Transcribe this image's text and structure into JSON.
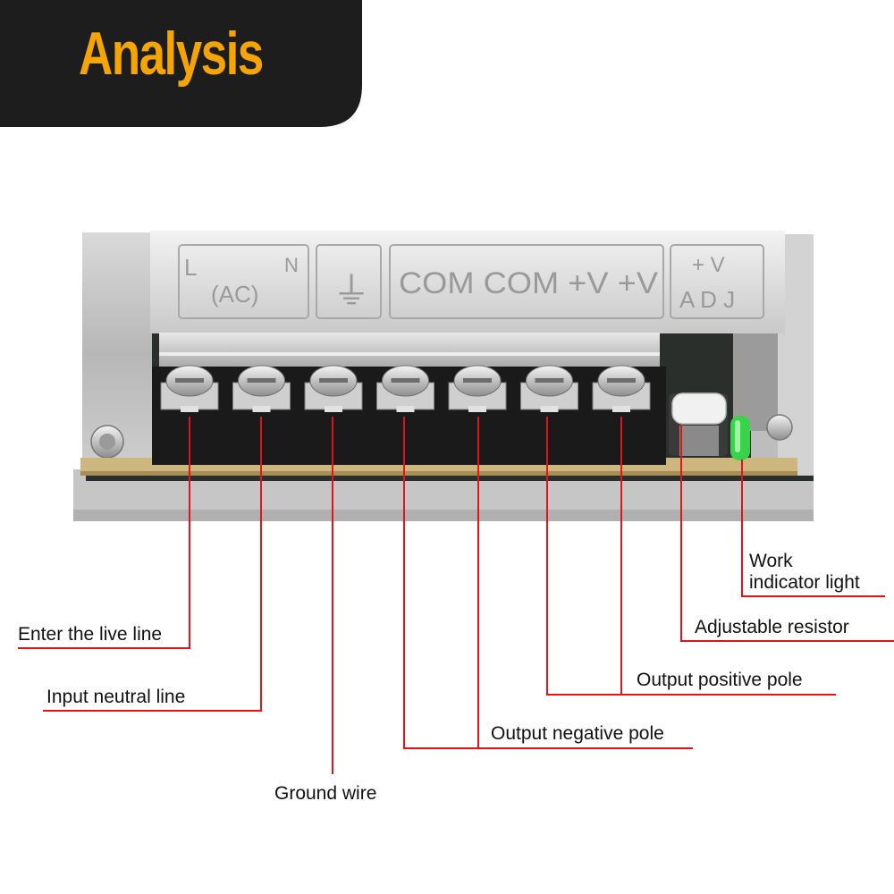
{
  "header": {
    "title": "Analysis"
  },
  "device": {
    "panel_ac_mark_1": "L",
    "panel_ac_mark_2": "(AC)",
    "panel_ac_mark_3": "N",
    "panel_ground_mark": "⏚",
    "panel_output_text": "COM COM +V +V",
    "panel_adj_top": "+ V",
    "panel_adj_bottom": "A D J",
    "terminal_count": 7
  },
  "labels": {
    "live_line": "Enter the live line",
    "neutral_line": "Input neutral line",
    "ground_wire": "Ground wire",
    "negative_pole": "Output negative pole",
    "positive_pole": "Output positive pole",
    "adj_resistor": "Adjustable resistor",
    "indicator_line1": "Work",
    "indicator_line2": "indicator light"
  },
  "colors": {
    "banner_bg": "#1d1d1d",
    "banner_text": "#f5a400",
    "leader_line": "#e0141b",
    "terminal_block": "#1a1a1a",
    "led": "#39d34a"
  }
}
